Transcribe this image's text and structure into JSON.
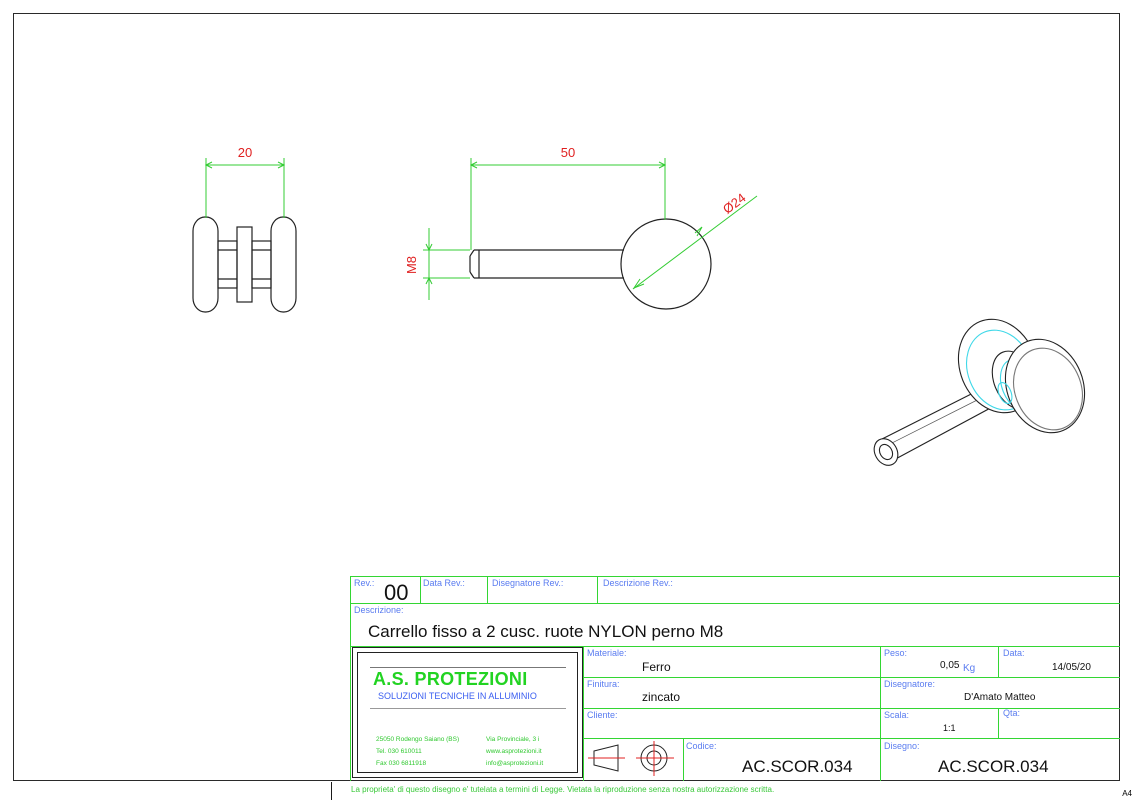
{
  "sheet": {
    "size_label": "A4"
  },
  "dimensions": {
    "width_front": "20",
    "length_side": "50",
    "thread": "M8",
    "diameter": "Ø24"
  },
  "title_block": {
    "rev_label": "Rev.:",
    "rev_value": "00",
    "data_rev_label": "Data Rev.:",
    "disegnatore_rev_label": "Disegnatore Rev.:",
    "descrizione_rev_label": "Descrizione Rev.:",
    "descrizione_label": "Descrizione:",
    "descrizione_value": "Carrello fisso a 2 cusc. ruote NYLON perno M8",
    "materiale_label": "Materiale:",
    "materiale_value": "Ferro",
    "finitura_label": "Finitura:",
    "finitura_value": "zincato",
    "cliente_label": "Cliente:",
    "codice_label": "Codice:",
    "codice_value": "AC.SCOR.034",
    "peso_label": "Peso:",
    "peso_value": "0,05",
    "peso_unit": "Kg",
    "data_label": "Data:",
    "data_value": "14/05/20",
    "disegnatore_label": "Disegnatore:",
    "disegnatore_value": "D'Amato Matteo",
    "scala_label": "Scala:",
    "scala_value": "1:1",
    "qta_label": "Qta:",
    "disegno_label": "Disegno:",
    "disegno_value": "AC.SCOR.034"
  },
  "company": {
    "name": "A.S. PROTEZIONI",
    "tagline": "SOLUZIONI TECNICHE IN ALLUMINIO",
    "address": "25050 Rodengo Saiano (BS)",
    "street": "Via Provinciale, 3 i",
    "tel": "Tel.  030 610011",
    "fax": "Fax  030 6811918",
    "web": "www.asprotezioni.it",
    "email": "info@asprotezioni.it"
  },
  "footer": {
    "notice": "La proprieta' di questo disegno e' tutelata a termini di Legge.  Vietata la riproduzione senza nostra autorizzazione scritta."
  },
  "colors": {
    "border": "#2a2a2a",
    "dimension": "#33cc33",
    "dimension_text": "#e02020",
    "label": "#5a7cf0",
    "logo_green": "#22d322",
    "iso_highlight": "#3fd8e8"
  }
}
